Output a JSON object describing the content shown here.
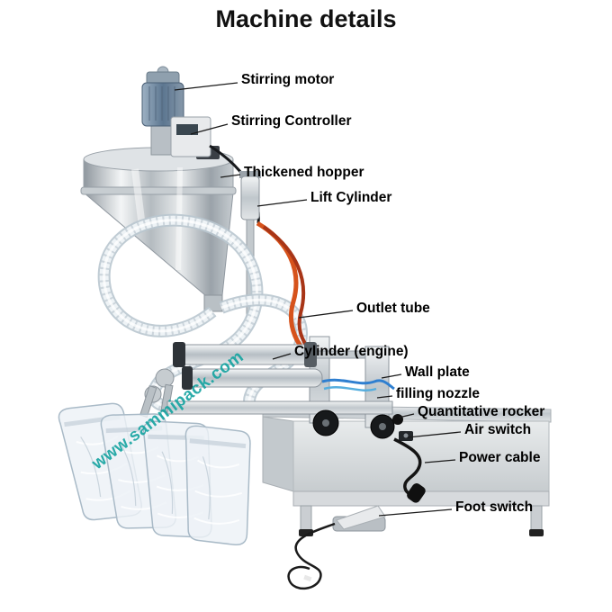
{
  "title": "Machine details",
  "watermark": {
    "text": "www.sammipack.com"
  },
  "colors": {
    "watermark": "#14a3a0",
    "cable_orange": "#d6531c",
    "cable_dark_orange": "#a83517",
    "tube_blue": "#2f7fd0"
  },
  "labels": {
    "stirring_motor": "Stirring motor",
    "stirring_controller": "Stirring Controller",
    "thickened_hopper": "Thickened hopper",
    "lift_cylinder": "Lift Cylinder",
    "outlet_tube": "Outlet tube",
    "cylinder_engine": "Cylinder (engine)",
    "wall_plate": "Wall plate",
    "filling_nozzle": "filling nozzle",
    "quantitative_rocker": "Quantitative rocker",
    "air_switch": "Air switch",
    "power_cable": "Power cable",
    "foot_switch": "Foot switch"
  }
}
